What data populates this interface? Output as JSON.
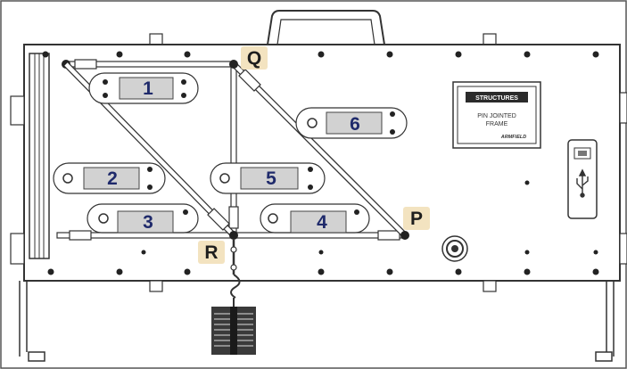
{
  "frame": {
    "brand_label": "STRUCTURES",
    "product_title_line1": "PIN JOINTED",
    "product_title_line2": "FRAME",
    "maker_mark": "ARMFIELD",
    "usb_icon": "usb-icon"
  },
  "nodes": {
    "Q": "Q",
    "R": "R",
    "P": "P"
  },
  "members": [
    {
      "label": "1"
    },
    {
      "label": "2"
    },
    {
      "label": "3"
    },
    {
      "label": "4"
    },
    {
      "label": "5"
    },
    {
      "label": "6"
    }
  ],
  "colors": {
    "label_badge": "#f3e3c0",
    "number_text": "#1f2a6b",
    "outline": "#333333"
  }
}
